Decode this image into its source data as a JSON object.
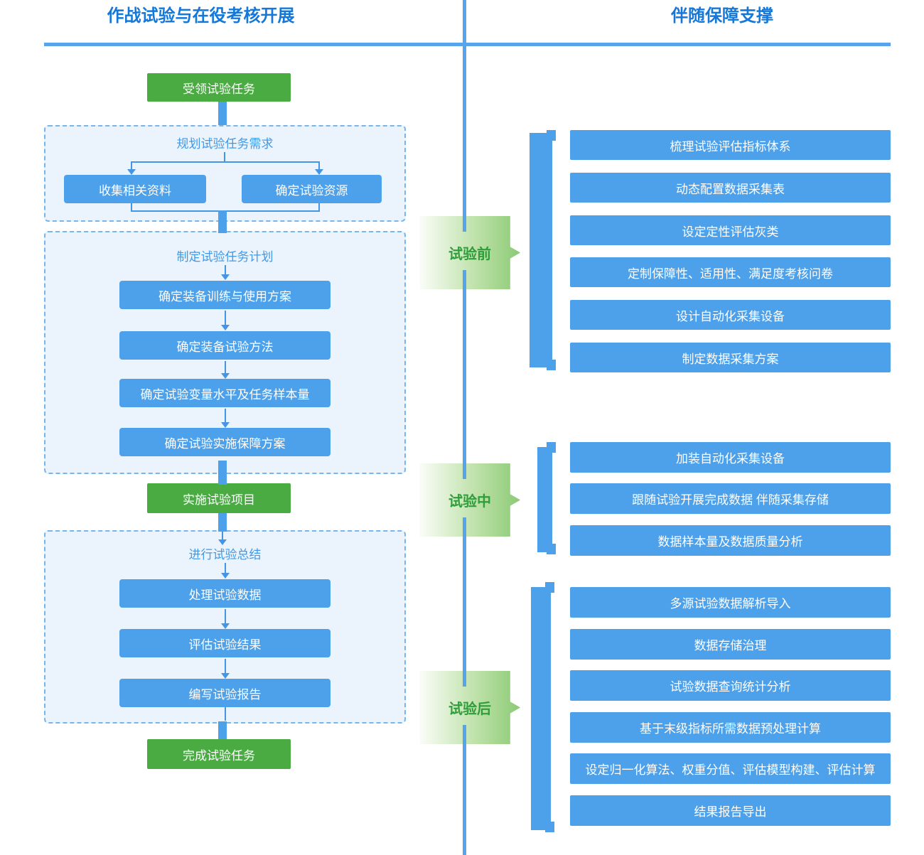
{
  "header": {
    "left_title": "作战试验与在役考核开展",
    "right_title": "伴随保障支撑"
  },
  "flow": {
    "start": "受领试验任务",
    "stage1": {
      "title": "规划试验任务需求",
      "items": [
        "收集相关资料",
        "确定试验资源"
      ]
    },
    "stage2": {
      "title": "制定试验任务计划",
      "items": [
        "确定装备训练与使用方案",
        "确定装备试验方法",
        "确定试验变量水平及任务样本量",
        "确定试验实施保障方案"
      ]
    },
    "milestone": "实施试验项目",
    "stage3": {
      "title": "进行试验总结",
      "items": [
        "处理试验数据",
        "评估试验结果",
        "编写试验报告"
      ]
    },
    "end": "完成试验任务"
  },
  "phases": [
    {
      "label": "试验前",
      "items": [
        "梳理试验评估指标体系",
        "动态配置数据采集表",
        "设定定性评估灰类",
        "定制保障性、适用性、满足度考核问卷",
        "设计自动化采集设备",
        "制定数据采集方案"
      ]
    },
    {
      "label": "试验中",
      "items": [
        "加装自动化采集设备",
        "跟随试验开展完成数据 伴随采集存储",
        "数据样本量及数据质量分析"
      ]
    },
    {
      "label": "试验后",
      "items": [
        "多源试验数据解析导入",
        "数据存储治理",
        "试验数据查询统计分析",
        "基于末级指标所需数据预处理计算",
        "设定归一化算法、权重分值、评估模型构建、评估计算",
        "结果报告导出"
      ]
    }
  ],
  "colors": {
    "primary_blue": "#4DA0EA",
    "line_blue": "#57A4EC",
    "green_box": "#4AAB43",
    "phase_text_green": "#2F9E3A",
    "title_blue": "#1578D8",
    "container_bg": "#EBF4FD"
  }
}
